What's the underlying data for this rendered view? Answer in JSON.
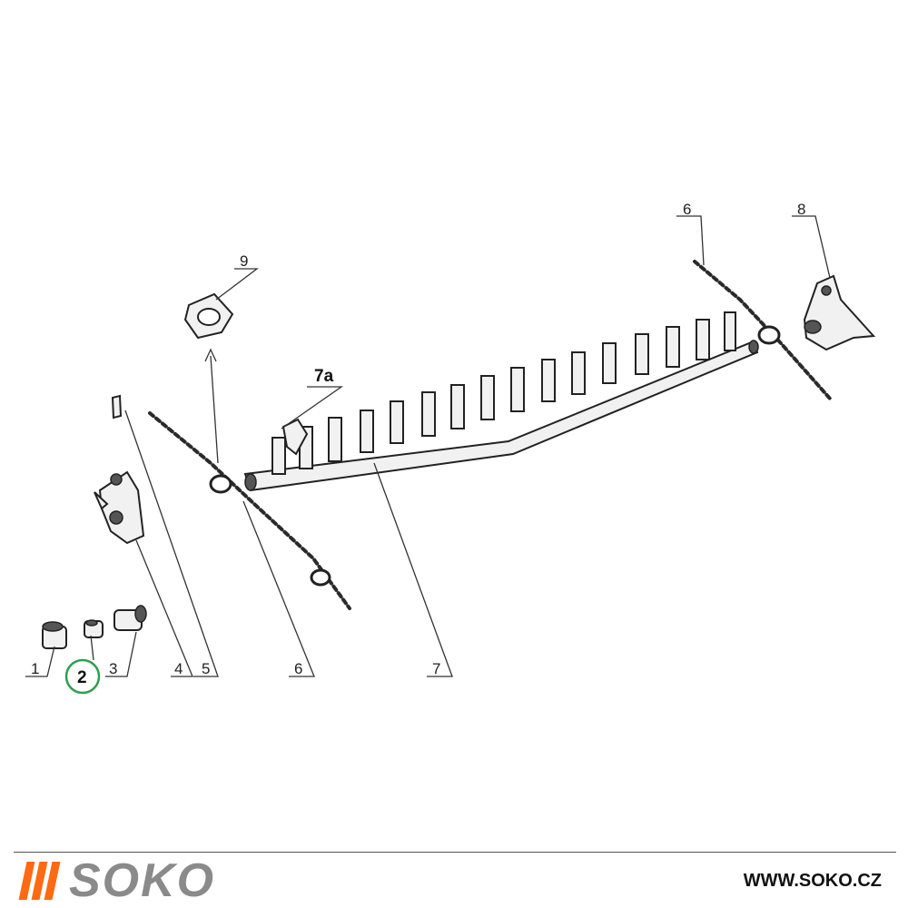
{
  "diagram": {
    "labels": {
      "p1": "1",
      "p2": "2",
      "p3": "3",
      "p4": "4",
      "p5": "5",
      "p6_left": "6",
      "p6_right": "6",
      "p7": "7",
      "p7a": "7a",
      "p8": "8",
      "p9": "9"
    },
    "highlighted_part": "2",
    "highlight_color": "#2e9e4f"
  },
  "footer": {
    "brand_name": "SOKO",
    "website": "WWW.SOKO.CZ",
    "accent_color": "#ff6a13",
    "brand_text_color": "#8a8a8a"
  }
}
